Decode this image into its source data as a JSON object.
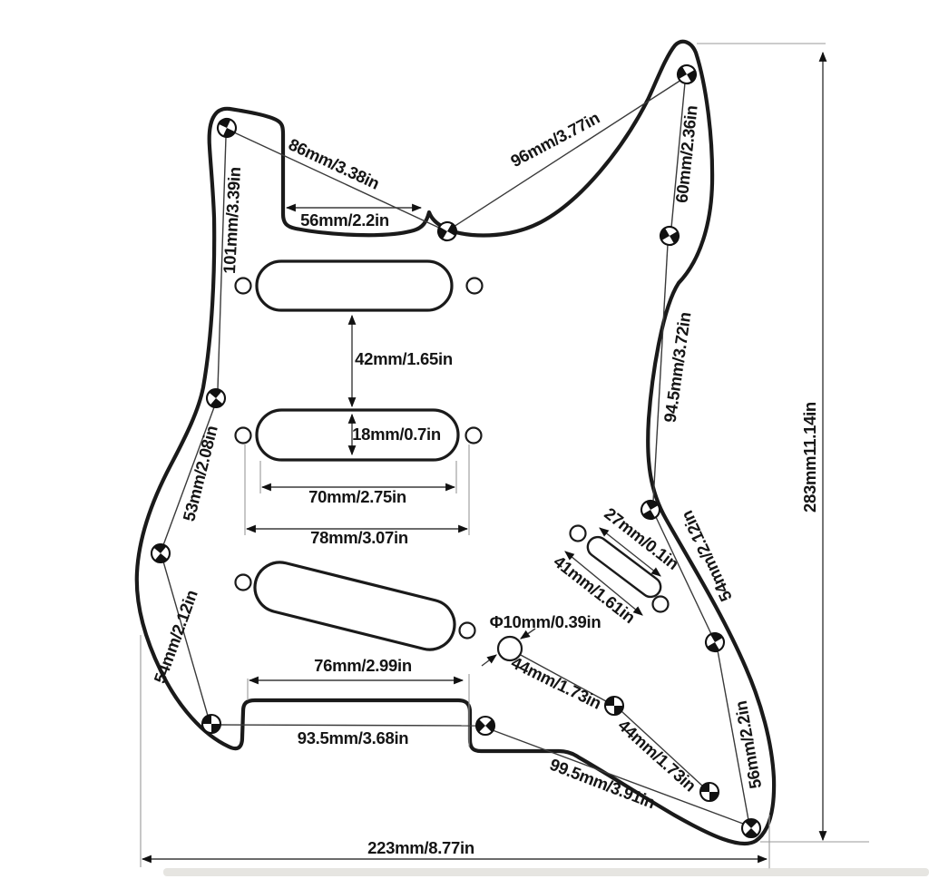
{
  "diagram": {
    "subject": "pickguard-dimension-drawing",
    "line_color": "#1a1a1a",
    "background": "#ffffff",
    "dimensions": {
      "d86": "86mm/3.38in",
      "d96": "96mm/3.77in",
      "d60": "60mm/2.36in",
      "d101": "101mm/3.39in",
      "d56_neck": "56mm/2.2in",
      "d42": "42mm/1.65in",
      "d18": "18mm/0.7in",
      "d70": "70mm/2.75in",
      "d78": "78mm/3.07in",
      "d53": "53mm/2.08in",
      "d54_left": "54mm/2.12in",
      "d94_5": "94.5mm/3.72in",
      "d283": "283mm11.14in",
      "d27": "27mm/0.1in",
      "d41": "41mm/1.61in",
      "d54_right": "54mm/2.12in",
      "d_phi10": "Φ10mm/0.39in",
      "d44_a": "44mm/1.73in",
      "d44_b": "44mm/1.73in",
      "d99_5": "99.5mm/3.91in",
      "d56_right": "56mm/2.2in",
      "d76": "76mm/2.99in",
      "d93_5": "93.5mm/3.68in",
      "d223": "223mm/8.77in"
    }
  }
}
